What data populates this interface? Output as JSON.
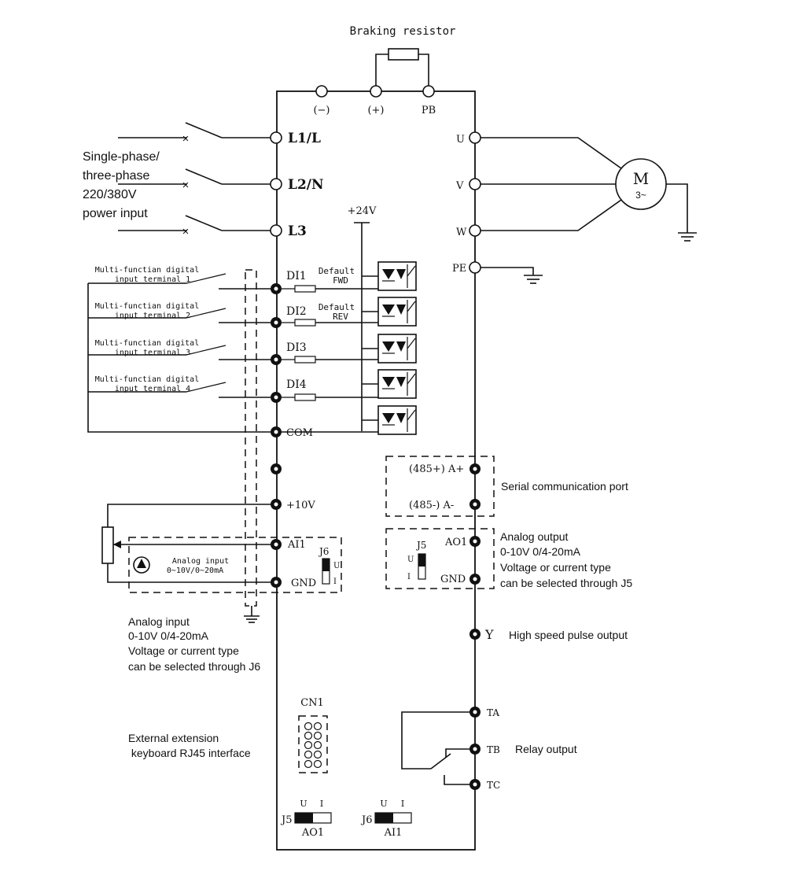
{
  "braking": {
    "label": "Braking resistor"
  },
  "dc_bus": {
    "minus": "(−)",
    "plus": "(+)",
    "pb": "PB"
  },
  "power": {
    "inputs": [
      "L1/L",
      "L2/N",
      "L3"
    ],
    "label_lines": [
      "Single-phase/",
      "three-phase",
      "220/380V",
      "power input"
    ]
  },
  "supply": {
    "label": "+24V"
  },
  "outputs": {
    "u": "U",
    "v": "V",
    "w": "W",
    "pe": "PE"
  },
  "motor": {
    "symbol": "M",
    "phases": "3~"
  },
  "digital_inputs": [
    {
      "desc1": "Multi-functian digital",
      "desc2": "input terminal 1",
      "terminal": "DI1",
      "default1": "Default",
      "default2": "FWD"
    },
    {
      "desc1": "Multi-functian digital",
      "desc2": "input terminal 2",
      "terminal": "DI2",
      "default1": "Default",
      "default2": "REV"
    },
    {
      "desc1": "Multi-functian digital",
      "desc2": "input terminal 3",
      "terminal": "DI3",
      "default1": "",
      "default2": ""
    },
    {
      "desc1": "Multi-functian digital",
      "desc2": "input terminal 4",
      "terminal": "DI4",
      "default1": "",
      "default2": ""
    }
  ],
  "common": {
    "com": "COM",
    "v10": "+10V",
    "ai1": "AI1",
    "gnd": "GND"
  },
  "analog_in": {
    "source_line1": "Analog input",
    "source_line2": "0~10V/0~20mA",
    "jumper": "J6",
    "u": "U",
    "i": "I",
    "desc": [
      "Analog input",
      "0-10V 0/4-20mA",
      "Voltage or current type",
      "can be selected through J6"
    ]
  },
  "serial": {
    "a_plus": "(485+) A+",
    "a_minus": "(485-) A-",
    "label": "Serial communication port"
  },
  "analog_out": {
    "jumper": "J5",
    "u": "U",
    "i": "I",
    "ao1": "AO1",
    "gnd": "GND",
    "desc": [
      "Analog output",
      "0-10V 0/4-20mA",
      "Voltage or current type",
      "can be selected through J5"
    ]
  },
  "pulse": {
    "terminal": "Y",
    "label": "High speed pulse output"
  },
  "relay": {
    "ta": "TA",
    "tb": "TB",
    "tc": "TC",
    "label": "Relay output"
  },
  "keyboard": {
    "connector": "CN1",
    "label_lines": [
      "External extension",
      " keyboard RJ45 interface"
    ]
  },
  "jumpers": [
    {
      "name": "J5",
      "u": "U",
      "i": "I",
      "sub": "AO1"
    },
    {
      "name": "J6",
      "u": "U",
      "i": "I",
      "sub": "AI1"
    }
  ]
}
